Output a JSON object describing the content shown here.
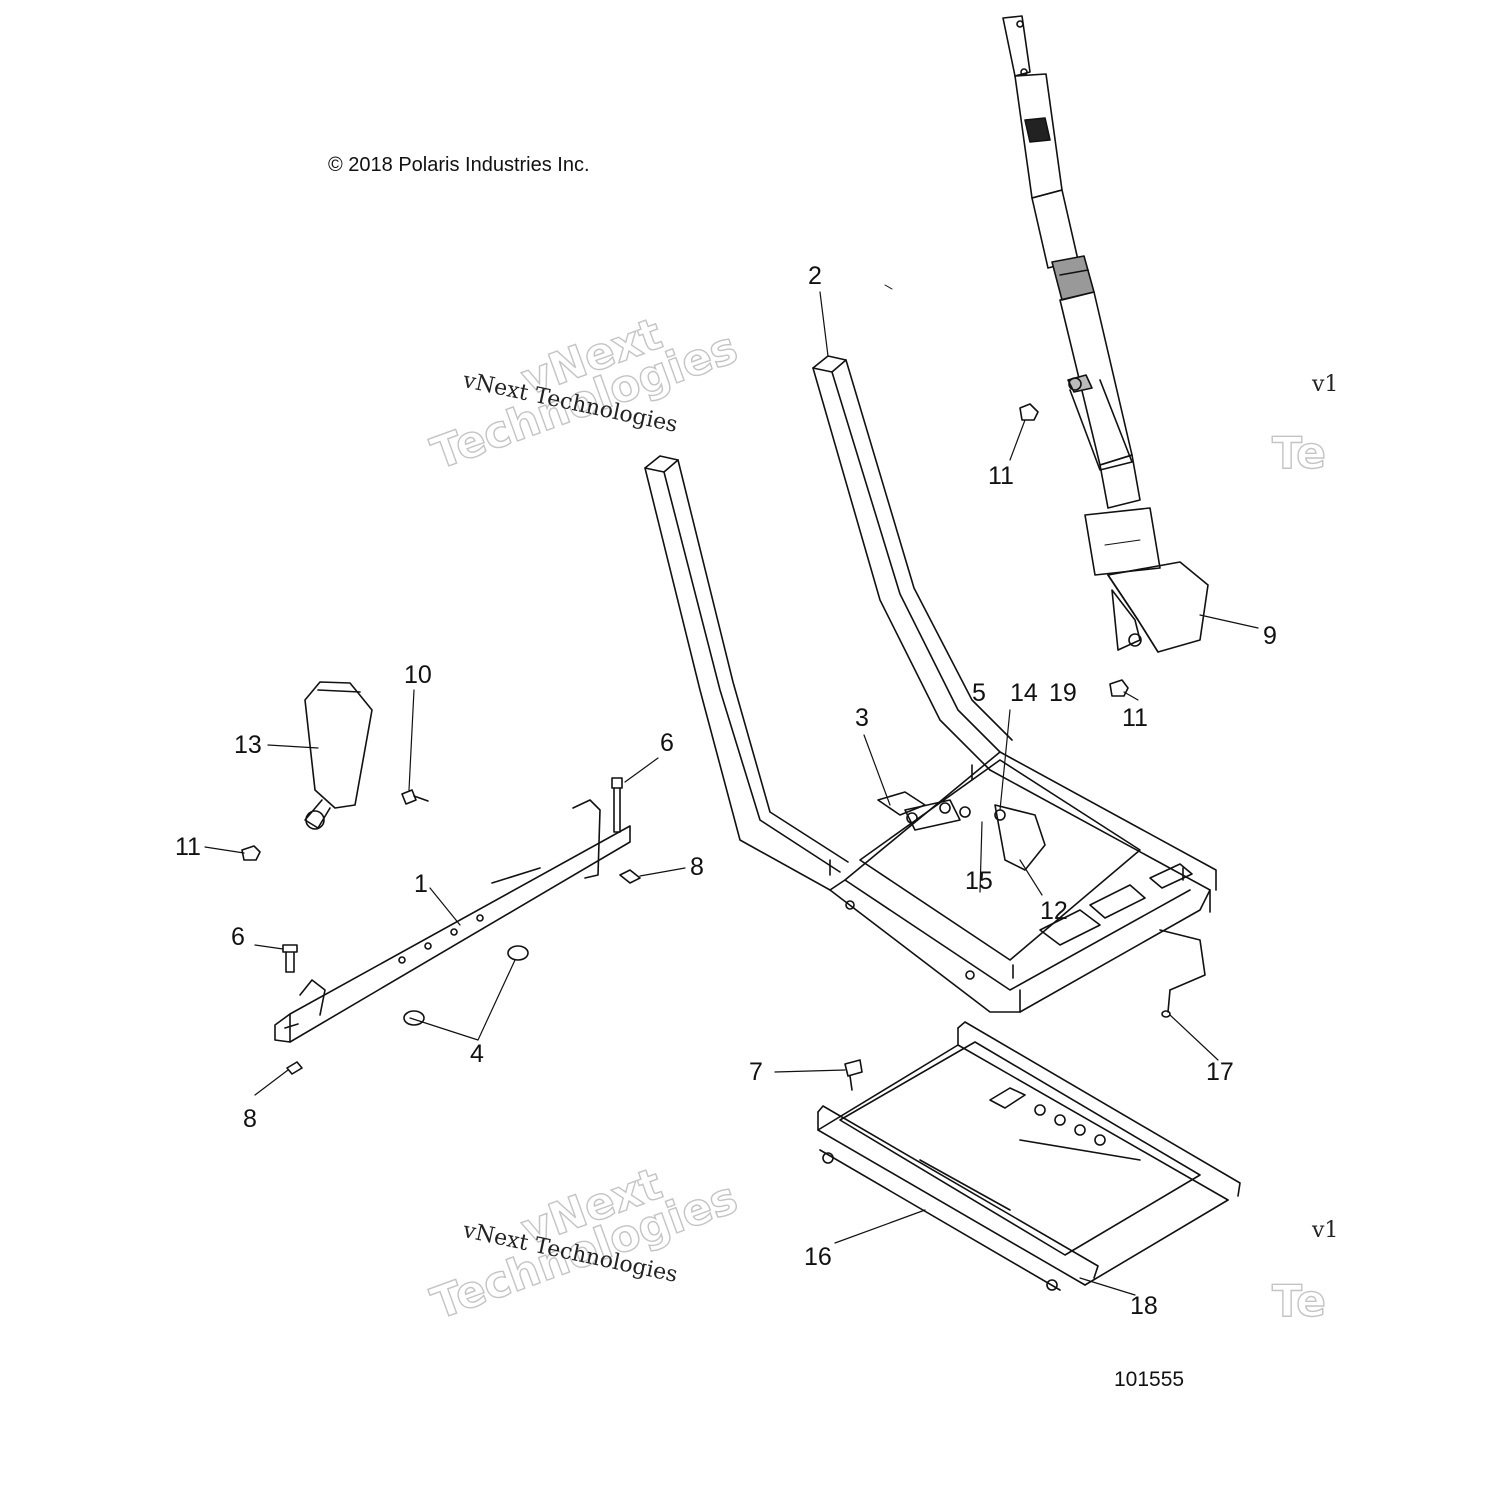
{
  "copyright": "© 2018 Polaris Industries Inc.",
  "figure_number": "101555",
  "watermark": {
    "line1": "vNext Technologies",
    "big1": "vNext",
    "big2": "Technologies",
    "edge1": "v1",
    "edge2": "Te"
  },
  "callouts": [
    {
      "id": "c1",
      "text": "1"
    },
    {
      "id": "c2",
      "text": "2"
    },
    {
      "id": "c3",
      "text": "3"
    },
    {
      "id": "c4",
      "text": "4"
    },
    {
      "id": "c5",
      "text": "5"
    },
    {
      "id": "c6a",
      "text": "6"
    },
    {
      "id": "c6b",
      "text": "6"
    },
    {
      "id": "c7",
      "text": "7"
    },
    {
      "id": "c8a",
      "text": "8"
    },
    {
      "id": "c8b",
      "text": "8"
    },
    {
      "id": "c9",
      "text": "9"
    },
    {
      "id": "c10",
      "text": "10"
    },
    {
      "id": "c11a",
      "text": "11"
    },
    {
      "id": "c11b",
      "text": "11"
    },
    {
      "id": "c11c",
      "text": "11"
    },
    {
      "id": "c12",
      "text": "12"
    },
    {
      "id": "c13",
      "text": "13"
    },
    {
      "id": "c14",
      "text": "14"
    },
    {
      "id": "c15",
      "text": "15"
    },
    {
      "id": "c16",
      "text": "16"
    },
    {
      "id": "c17",
      "text": "17"
    },
    {
      "id": "c18",
      "text": "18"
    },
    {
      "id": "c19",
      "text": "19"
    }
  ]
}
